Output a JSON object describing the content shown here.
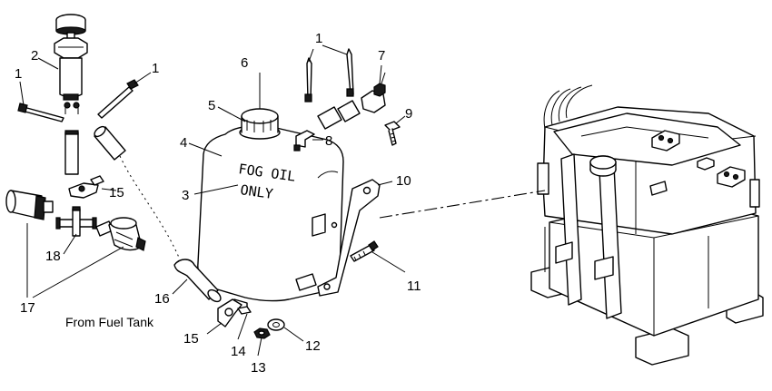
{
  "diagram": {
    "tank_label": [
      "FOG OIL",
      "ONLY"
    ],
    "caption": "From Fuel Tank",
    "callouts": [
      {
        "id": "c1a",
        "text": "1"
      },
      {
        "id": "c1b",
        "text": "1"
      },
      {
        "id": "c1c",
        "text": "1"
      },
      {
        "id": "c2",
        "text": "2"
      },
      {
        "id": "c3",
        "text": "3"
      },
      {
        "id": "c4",
        "text": "4"
      },
      {
        "id": "c5",
        "text": "5"
      },
      {
        "id": "c6",
        "text": "6"
      },
      {
        "id": "c7",
        "text": "7"
      },
      {
        "id": "c8",
        "text": "8"
      },
      {
        "id": "c9",
        "text": "9"
      },
      {
        "id": "c10",
        "text": "10"
      },
      {
        "id": "c11",
        "text": "11"
      },
      {
        "id": "c12",
        "text": "12"
      },
      {
        "id": "c13",
        "text": "13"
      },
      {
        "id": "c14",
        "text": "14"
      },
      {
        "id": "c15a",
        "text": "15"
      },
      {
        "id": "c15b",
        "text": "15"
      },
      {
        "id": "c16",
        "text": "16"
      },
      {
        "id": "c17",
        "text": "17"
      },
      {
        "id": "c18",
        "text": "18"
      }
    ]
  }
}
